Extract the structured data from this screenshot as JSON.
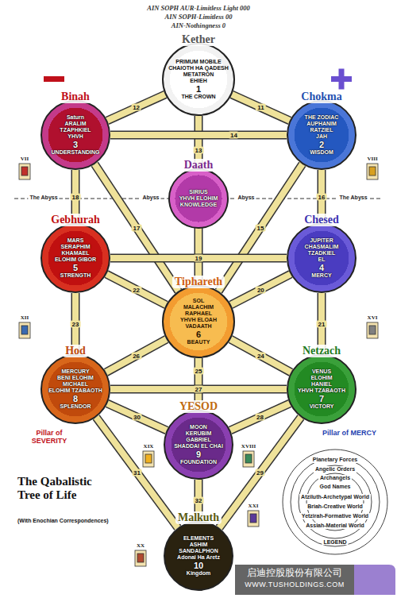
{
  "diagram": {
    "title": "The Qabalistic Tree of Life",
    "caption": "(With Enochian Correspondences)",
    "nodes": [
      {
        "text": [
          "Kether",
          "PRIMUM MOBILE",
          "CHAIOTH HA QADESH",
          "METATRON",
          "EHIEH",
          "1",
          "THE CROWN"
        ]
      },
      {
        "text": [
          "Binah",
          "Saturn",
          "ARALIM",
          "TZAPHKIEL",
          "YHVH",
          "3",
          "UNDERSTANDING"
        ]
      },
      {
        "text": [
          "Chokma",
          "THE ZODIAC",
          "AUPHANIM",
          "RATZIEL",
          "JAH",
          "2",
          "WISDOM"
        ]
      },
      {
        "text": [
          "Daath",
          "SIRIUS",
          "YHVH ELOHIM",
          "KNOWLEDGE"
        ]
      },
      {
        "text": [
          "Gebhurah",
          "MARS",
          "SERAPHIM",
          "KHAMAEL",
          "ELOHIM GIBOR",
          "5",
          "STRENGTH"
        ]
      },
      {
        "text": [
          "Chesed",
          "JUPITER",
          "CHASMALIM",
          "TZADKIEL",
          "EL",
          "4",
          "MERCY"
        ]
      },
      {
        "text": [
          "Tiphareth",
          "SOL",
          "MALACHIM",
          "RAPHAEL",
          "YHVH ELOAH VADAATH",
          "6",
          "BEAUTY"
        ]
      },
      {
        "text": [
          "Hod",
          "MERCURY",
          "BENI ELOHIM",
          "MICHAEL",
          "ELOHIM TZABAOTH",
          "8",
          "SPLENDOR"
        ]
      },
      {
        "text": [
          "Netzach",
          "VENUS",
          "ELOHIM",
          "HANIEL",
          "YHVH TZABAOTH",
          "7",
          "VICTORY"
        ]
      },
      {
        "text": [
          "YESOD",
          "MOON",
          "KERUBIM",
          "GABRIEL",
          "SHADDAI EL CHAI",
          "9",
          "FOUNDATION"
        ]
      },
      {
        "text": [
          "Malkuth",
          "ELEMENTS",
          "ASHIM",
          "SANDALPHON",
          "Adonai Ha Aretz",
          "10",
          "Kingdom"
        ]
      }
    ],
    "edges": [
      {
        "from": 0,
        "to": 2,
        "arrow": "none",
        "label": "11"
      },
      {
        "from": 0,
        "to": 1,
        "arrow": "none",
        "label": "12"
      },
      {
        "from": 0,
        "to": 6,
        "arrow": "none",
        "label": "13"
      },
      {
        "from": 2,
        "to": 1,
        "arrow": "none",
        "label": "14"
      },
      {
        "from": 2,
        "to": 6,
        "arrow": "none",
        "label": "15"
      },
      {
        "from": 2,
        "to": 5,
        "arrow": "none",
        "label": "16"
      },
      {
        "from": 1,
        "to": 6,
        "arrow": "none",
        "label": "17"
      },
      {
        "from": 1,
        "to": 4,
        "arrow": "none",
        "label": "18"
      },
      {
        "from": 5,
        "to": 4,
        "arrow": "none",
        "label": "19"
      },
      {
        "from": 5,
        "to": 6,
        "arrow": "none",
        "label": "20"
      },
      {
        "from": 5,
        "to": 8,
        "arrow": "none",
        "label": "21"
      },
      {
        "from": 4,
        "to": 6,
        "arrow": "none",
        "label": "22"
      },
      {
        "from": 4,
        "to": 7,
        "arrow": "none",
        "label": "23"
      },
      {
        "from": 6,
        "to": 8,
        "arrow": "none",
        "label": "24"
      },
      {
        "from": 6,
        "to": 9,
        "arrow": "none",
        "label": "25"
      },
      {
        "from": 6,
        "to": 7,
        "arrow": "none",
        "label": "26"
      },
      {
        "from": 8,
        "to": 7,
        "arrow": "none",
        "label": "27"
      },
      {
        "from": 8,
        "to": 9,
        "arrow": "none",
        "label": "28"
      },
      {
        "from": 8,
        "to": 10,
        "arrow": "none",
        "label": "29"
      },
      {
        "from": 7,
        "to": 9,
        "arrow": "none",
        "label": "30"
      },
      {
        "from": 7,
        "to": 10,
        "arrow": "none",
        "label": "31"
      },
      {
        "from": 9,
        "to": 10,
        "arrow": "none",
        "label": "32"
      }
    ],
    "labels": [
      "AIN SOPH AUR-Limitless Light 000",
      "AIN SOPH-Limitless 00",
      "AIN-Nothingness 0",
      "The Abyss",
      "Abyss",
      "Abyss",
      "The Abyss",
      "Pillar of SEVERITY",
      "Pillar of MERCY",
      "LEGEND",
      "VII",
      "XII",
      "VIII",
      "XVI",
      "XIX",
      "XVIII",
      "XX",
      "XXI",
      "启迪控股股份有限公司",
      "WWW.TUSHOLDINGS.COM"
    ],
    "legend": [
      {
        "text": "Planetary Forces"
      },
      {
        "text": "Angelic Orders"
      },
      {
        "text": "Archangels"
      },
      {
        "text": "God Names"
      },
      {
        "text": "Atziluth-Archetypal World"
      },
      {
        "text": "Briah-Creative World"
      },
      {
        "text": "Yetzirah-Formative World"
      },
      {
        "text": "Assiah-Material World"
      }
    ]
  }
}
